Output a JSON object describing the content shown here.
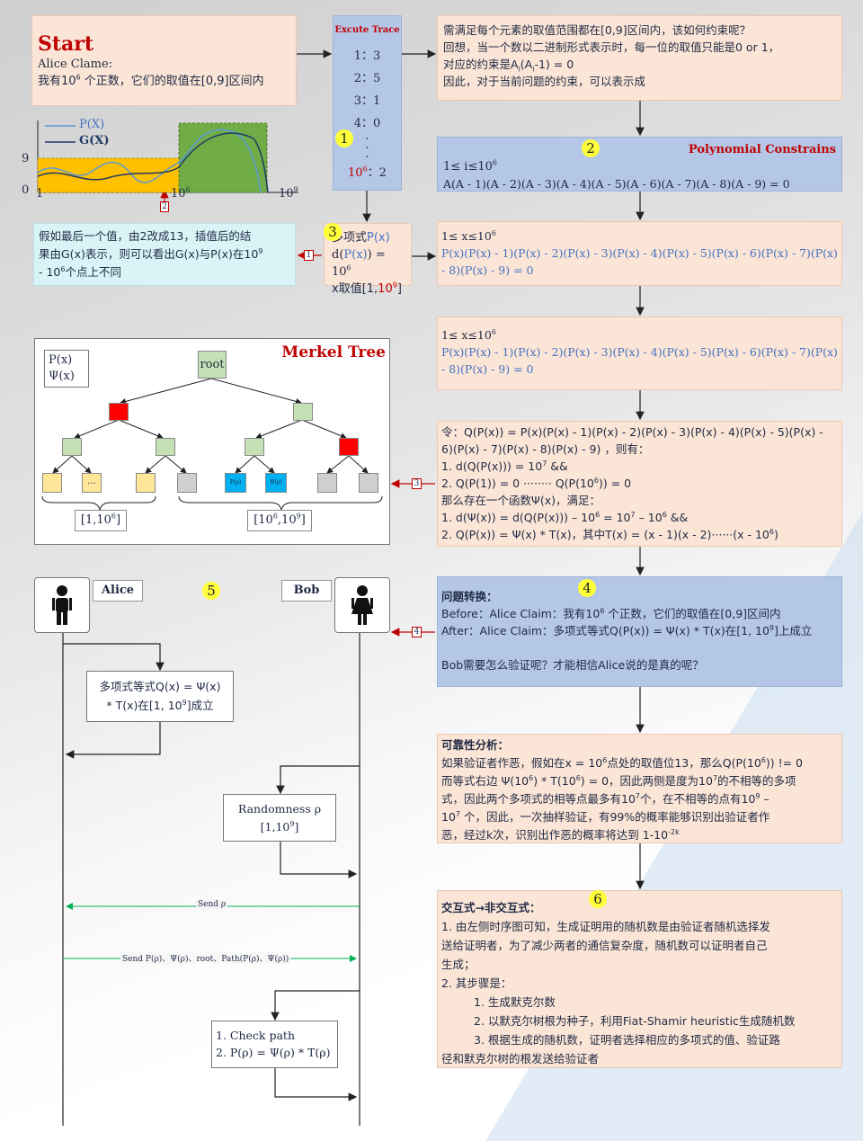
{
  "start": {
    "title": "Start",
    "line1": "Alice Clame:",
    "line2a": "我有10",
    "line2sup": "6",
    "line2b": " 个正数，它们的取值在[0,9]区间内"
  },
  "trace": {
    "title": "Excute Trace",
    "rows": [
      "1：3",
      "2：5",
      "3：1",
      "4：0"
    ],
    "dots": [
      ".",
      ".",
      "."
    ],
    "last_base": "10",
    "last_sup": "6",
    "last_val": "：2",
    "badge": "1"
  },
  "constraint_intro": {
    "l1": "需满足每个元素的取值范围都在[0,9]区间内，该如何约束呢？",
    "l2": "回想，当一个数以二进制形式表示时，每一位的取值只能是0 or 1，",
    "l3a": "对应的约束是A",
    "l3sub1": "i",
    "l3b": "(A",
    "l3sub2": "i",
    "l3c": "-1) = 0",
    "l4": "因此，对于当前问题的约束，可以表示成"
  },
  "poly_box": {
    "badge": "2",
    "title": "Polynomial Constrains",
    "range": "1≤ i≤10",
    "range_sup": "6",
    "formula": "A(A - 1)(A - 2)(A - 3)(A - 4)(A - 5)(A - 6)(A - 7)(A - 8)(A - 9) = 0"
  },
  "chart": {
    "legend_p": "P(X)",
    "legend_g": "G(X)",
    "y_ticks": [
      "9",
      "0"
    ],
    "x_ticks": [
      "1",
      "10",
      "10"
    ],
    "x_tick_sups": [
      "",
      "6",
      "9"
    ],
    "marker": "2",
    "colors": {
      "p": "#5b9bd5",
      "g": "#1f3864",
      "fill_left": "#ffc000",
      "fill_right": "#70ad47"
    }
  },
  "interp_note": {
    "l1": "假如最后一个值，由2改成13，插值后的结",
    "l2a": "果由G(x)表示，则可以看出G(x)与P(x)在10",
    "l2sup": "9",
    "l3a": " - 10",
    "l3sup": "6",
    "l3b": "个点上不同",
    "arrow_label": "1"
  },
  "poly_small": {
    "badge": "3",
    "l1a": "多项式",
    "l1b": "P(x)",
    "l2a": "d(",
    "l2b": "P(x)",
    "l2c": ") = 10",
    "l2sup": "6",
    "l3a": "x取值[1,",
    "l3b": "10",
    "l3sup": "9",
    "l3c": "]"
  },
  "px_box1": {
    "range": "1≤ x≤10",
    "range_sup": "6",
    "line1": "P(x)(P(x) - 1)(P(x) - 2)(P(x) - 3)(P(x) - 4)(P(x) - 5)(P(x) - 6)(P(x) - 7)(P(x)",
    "line2": "- 8)(P(x) - 9) = 0"
  },
  "px_box2": {
    "range": "1≤ x≤10",
    "range_sup": "6",
    "line1": "P(x)(P(x) - 1)(P(x) - 2)(P(x) - 3)(P(x) - 4)(P(x) - 5)(P(x) - 6)(P(x) - 7)(P(x)",
    "line2": "- 8)(P(x) - 9) = 0"
  },
  "merkle": {
    "title": "Merkel Tree",
    "legend_p": "P(x)",
    "legend_psi": "Ψ(x)",
    "root": "root",
    "leaf_dots": "…",
    "leaf_pr": "P(ρ)",
    "leaf_psir": "Ψ(ρ)",
    "range_left_a": "[1,10",
    "range_left_sup": "6",
    "range_left_b": "]",
    "range_right_a": "[10",
    "range_right_sup1": "6",
    "range_right_b": ",10",
    "range_right_sup2": "9",
    "range_right_c": "]",
    "arrow_label": "3",
    "colors": {
      "green": "#c5e0b4",
      "red": "#ff0000",
      "yellow": "#ffe699",
      "grey": "#d0cece",
      "cyan": "#00b0f0"
    }
  },
  "q_box": {
    "l1": "令：Q(P(x)) = P(x)(P(x) - 1)(P(x) - 2)(P(x) - 3)(P(x) - 4)(P(x) - 5)(P(x) -",
    "l2": "6)(P(x) - 7)(P(x) - 8)(P(x) - 9) ，则有：",
    "l3a": "1. d(Q(P(x))) = 10",
    "l3sup": "7",
    "l3b": " &&",
    "l4a": "2. Q(P(1)) = 0 ········ Q(P(10",
    "l4sup": "6",
    "l4b": ")) = 0",
    "l5": "那么存在一个函数Ψ(x)，满足：",
    "l6a": "1. d(Ψ(x)) = d(Q(P(x))) – 10",
    "l6sup1": "6",
    "l6b": " = 10",
    "l6sup2": "7",
    "l6c": " – 10",
    "l6sup3": "6",
    "l6d": " &&",
    "l7a": "2. Q(P(x)) = Ψ(x) * T(x)，其中T(x) = (x - 1)(x - 2)······(x - 10",
    "l7sup": "6",
    "l7b": ")"
  },
  "transform": {
    "badge": "4",
    "title": "问题转换：",
    "l1a": "Before：Alice Claim：我有10",
    "l1sup": "6",
    "l1b": " 个正数，它们的取值在[0,9]区间内",
    "l2a": "After：Alice Claim：多项式等式Q(P(x)) = Ψ(x) * T(x)在[1, 10",
    "l2sup": "9",
    "l2b": "]上成立",
    "l3": "Bob需要怎么验证呢？才能相信Alice说的是真的呢？",
    "arrow_label": "4"
  },
  "reliability": {
    "title": "可靠性分析：",
    "l1a": "如果验证者作恶，假如在x = 10",
    "l1sup1": "6",
    "l1b": "点处的取值位13，那么Q(P(10",
    "l1sup2": "6",
    "l1c": ")) != 0",
    "l2a": "而等式右边 Ψ(10",
    "l2sup1": "6",
    "l2b": ") * T(10",
    "l2sup2": "6",
    "l2c": ") = 0，因此两侧是度为10",
    "l2sup3": "7",
    "l2d": "的不相等的多项",
    "l3a": "式，因此两个多项式的相等点最多有10",
    "l3sup1": "7",
    "l3b": "个，在不相等的点有10",
    "l3sup2": "9",
    "l3c": " –",
    "l4a": "10",
    "l4sup": "7",
    "l4b": " 个，因此，一次抽样验证，有99%的概率能够识别出验证者作",
    "l5a": "恶，经过k次，识别出作恶的概率将达到 1-10",
    "l5sup": "-2k"
  },
  "interactive": {
    "badge": "6",
    "title": "交互式→非交互式：",
    "l1": "1. 由左侧时序图可知，生成证明用的随机数是由验证者随机选择发",
    "l2": "送给证明者，为了减少两者的通信复杂度，随机数可以证明者自己",
    "l3": "生成；",
    "l4": "2. 其步骤是：",
    "s1": "1. 生成默克尔数",
    "s2": "2. 以默克尔树根为种子，利用Fiat-Shamir heuristic生成随机数",
    "s3": "3. 根据生成的随机数，证明者选择相应的多项式的值、验证路",
    "s4": "径和默克尔树的根发送给验证者"
  },
  "sequence": {
    "badge": "5",
    "alice": "Alice",
    "bob": "Bob",
    "claim_l1": "多项式等式Q(x) = Ψ(x)",
    "claim_l2a": "* T(x)在[1, 10",
    "claim_l2sup": "9",
    "claim_l2b": "]成立",
    "rand_l1": "Randomness ρ",
    "rand_l2a": "[1,10",
    "rand_l2sup": "9",
    "rand_l2b": "]",
    "send_rho": "Send ρ",
    "send_values": "Send P(ρ)、Ψ(ρ)、root、Path(P(ρ)、Ψ(ρ))",
    "check_l1": "1. Check path",
    "check_l2": "2. P(ρ) = Ψ(ρ) * T(ρ)",
    "arrow_color": "#00b050"
  }
}
